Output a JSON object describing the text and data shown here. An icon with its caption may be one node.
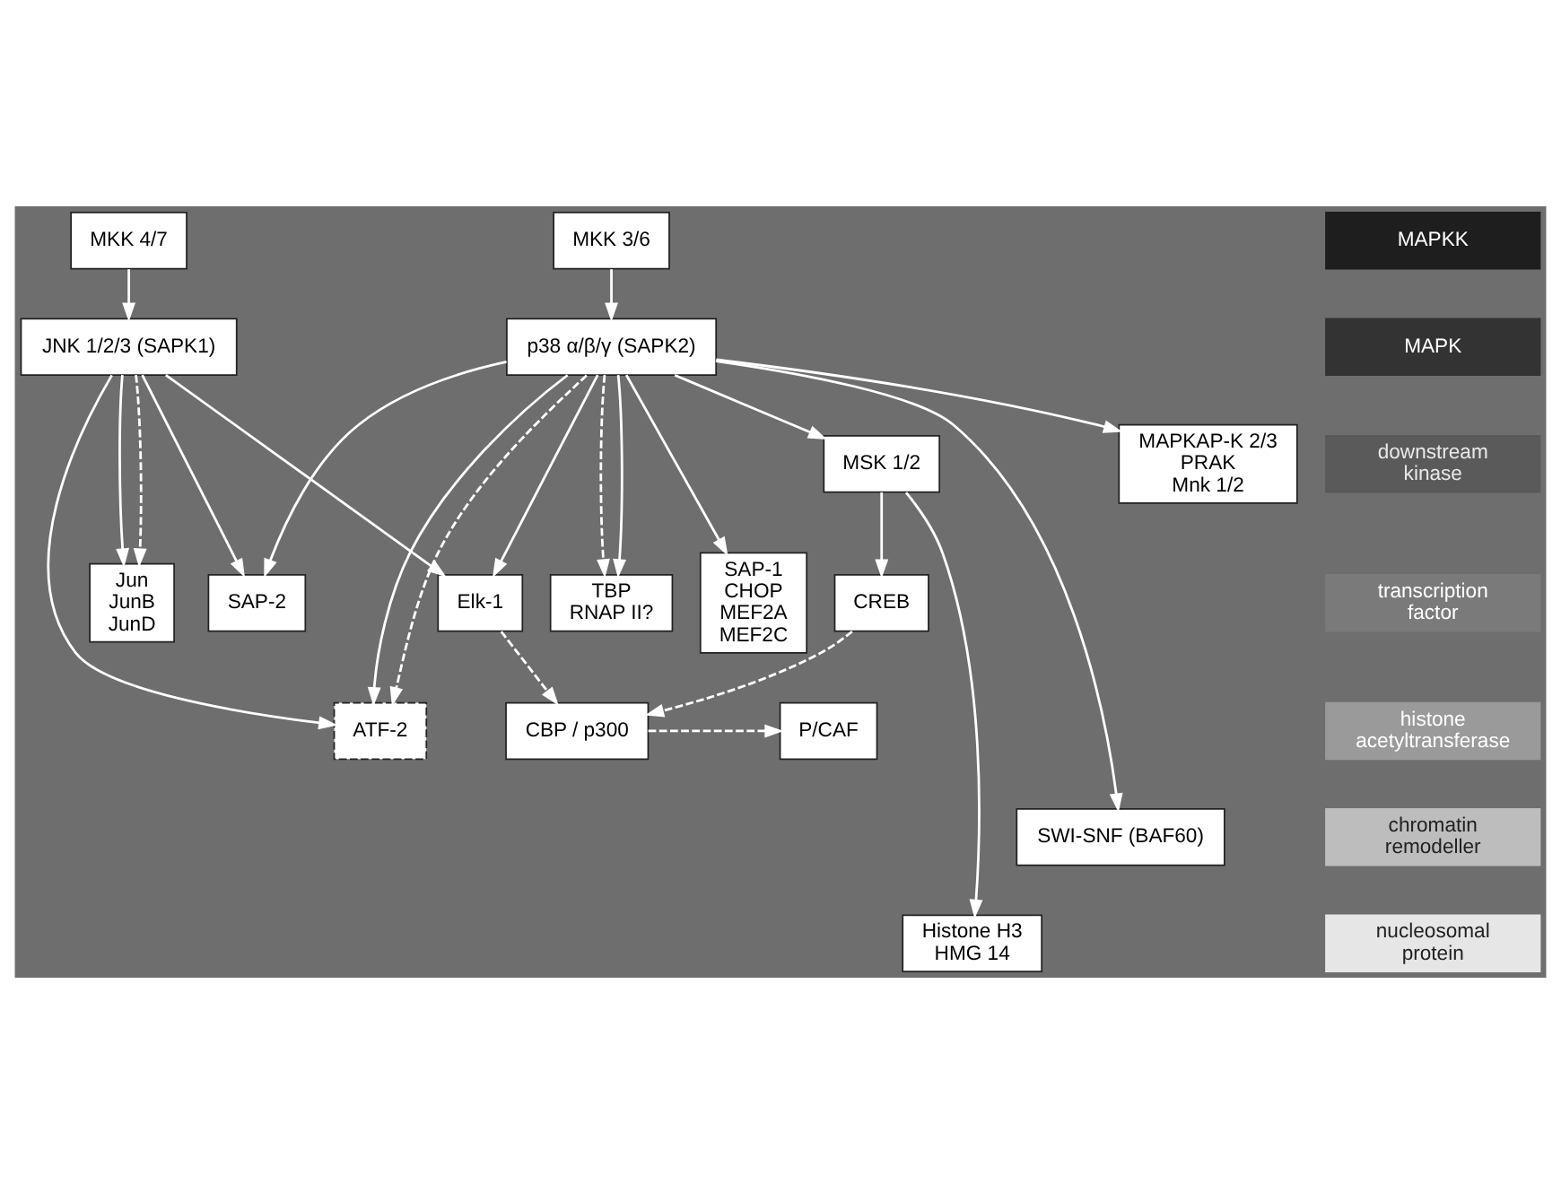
{
  "diagram": {
    "nodes": [
      {
        "text": [
          "MKK 3/6"
        ]
      },
      {
        "text": [
          "MKK 4/7"
        ]
      },
      {
        "text": [
          "p38 α/β/γ (SAPK2)"
        ]
      },
      {
        "text": [
          "JNK 1/2/3 (SAPK1)"
        ]
      },
      {
        "text": [
          "MAPKAP-K 2/3",
          "PRAK",
          "Mnk 1/2"
        ]
      },
      {
        "text": [
          "MSK 1/2"
        ]
      },
      {
        "text": [
          "TBP",
          "RNAP II?"
        ]
      },
      {
        "text": [
          "SAP-1",
          "CHOP",
          "MEF2A",
          "MEF2C"
        ]
      },
      {
        "text": [
          "CREB"
        ]
      },
      {
        "text": [
          "Elk-1"
        ]
      },
      {
        "text": [
          "SAP-2"
        ]
      },
      {
        "text": [
          "Jun",
          "JunB",
          "JunD"
        ]
      },
      {
        "text": [
          "P/CAF"
        ]
      },
      {
        "text": [
          "CBP / p300"
        ]
      },
      {
        "text": [
          "ATF-2"
        ]
      },
      {
        "text": [
          "SWI-SNF (BAF60)"
        ]
      },
      {
        "text": [
          "Histone H3",
          "HMG 14"
        ]
      }
    ],
    "edges": [
      {
        "from": 0,
        "to": 2,
        "arrow": "to"
      },
      {
        "from": 1,
        "to": 3,
        "arrow": "to"
      },
      {
        "from": 2,
        "to": 6,
        "arrow": "to",
        "style": "dashed"
      },
      {
        "from": 2,
        "to": 6,
        "arrow": "to"
      },
      {
        "from": 2,
        "to": 4,
        "arrow": "to"
      },
      {
        "from": 2,
        "to": 7,
        "arrow": "to"
      },
      {
        "from": 2,
        "to": 15,
        "arrow": "to"
      },
      {
        "from": 2,
        "to": 5,
        "arrow": "to"
      },
      {
        "from": 5,
        "to": 16,
        "arrow": "to"
      },
      {
        "from": 5,
        "to": 8,
        "arrow": "to"
      },
      {
        "from": 2,
        "to": 9,
        "arrow": "to"
      },
      {
        "from": 2,
        "to": 14,
        "arrow": "to"
      },
      {
        "from": 2,
        "to": 10,
        "arrow": "to"
      },
      {
        "from": 2,
        "to": 14,
        "arrow": "to",
        "style": "dashed"
      },
      {
        "from": 3,
        "to": 9,
        "arrow": "to"
      },
      {
        "from": 3,
        "to": 14,
        "arrow": "to"
      },
      {
        "from": 3,
        "to": 10,
        "arrow": "to"
      },
      {
        "from": 3,
        "to": 11,
        "arrow": "to"
      },
      {
        "from": 3,
        "to": 11,
        "arrow": "to",
        "style": "dashed"
      },
      {
        "from": 8,
        "to": 13,
        "arrow": "to",
        "style": "dashed"
      },
      {
        "from": 9,
        "to": 13,
        "arrow": "to",
        "style": "dashed"
      },
      {
        "from": 13,
        "to": 12,
        "arrow": "to",
        "style": "dashed"
      }
    ],
    "labels": [
      "MAPKK",
      "MAPK",
      "downstream kinase",
      "transcription factor",
      "histone acetyltransferase",
      "chromatin remodeller",
      "nucleosomal protein"
    ]
  }
}
